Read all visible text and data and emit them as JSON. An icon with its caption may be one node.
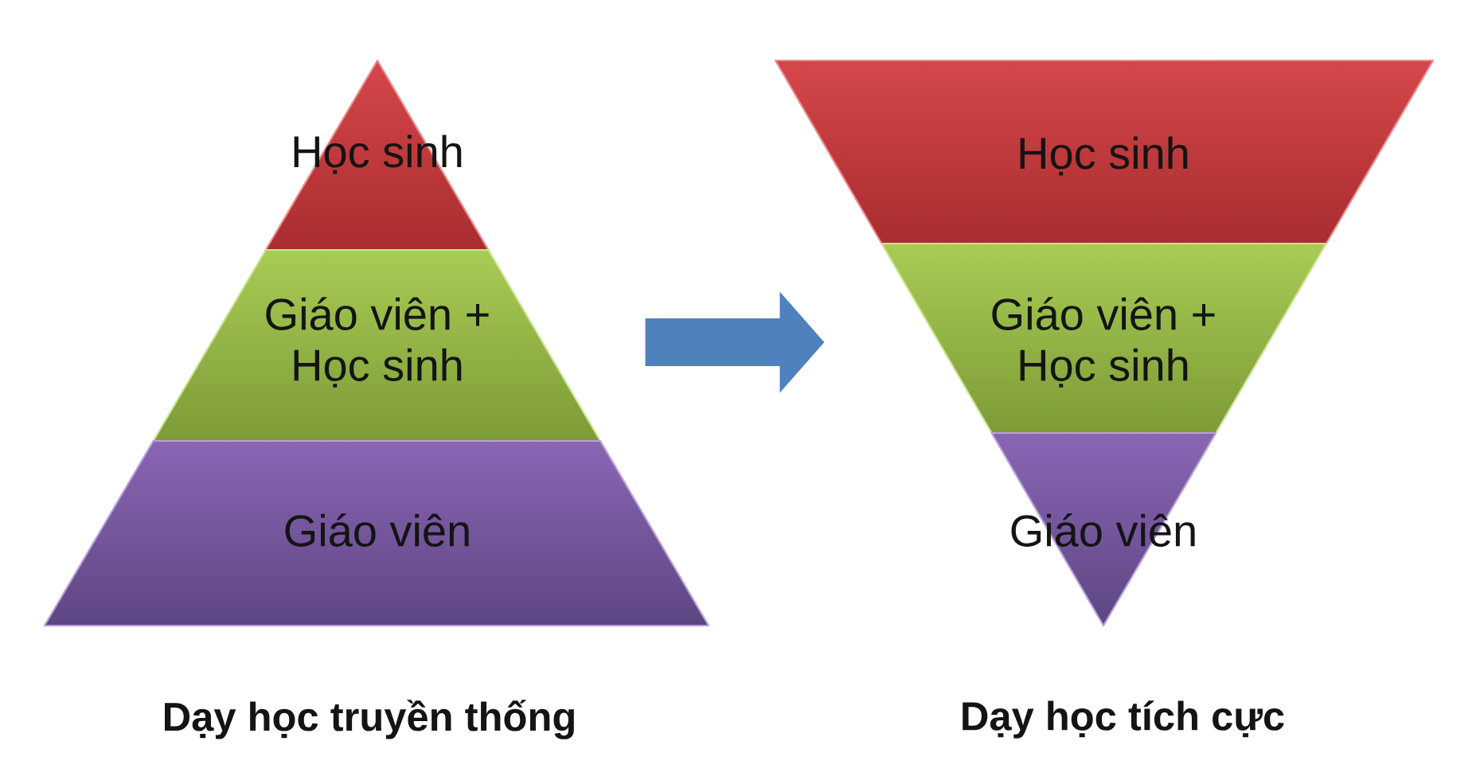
{
  "diagram": {
    "nodes": [
      {
        "text": [
          "Học sinh"
        ]
      },
      {
        "text": [
          "Giáo viên + Học sinh"
        ]
      },
      {
        "text": [
          "Giáo viên"
        ]
      },
      {
        "text": [
          "Học sinh"
        ]
      },
      {
        "text": [
          "Giáo viên + Học sinh"
        ]
      },
      {
        "text": [
          "Giáo viên"
        ]
      }
    ],
    "edges": [
      {
        "from": 1,
        "to": 4,
        "arrow": "to"
      }
    ],
    "labels": [
      "Dạy học truyền thống",
      "Dạy học tích cực"
    ]
  }
}
